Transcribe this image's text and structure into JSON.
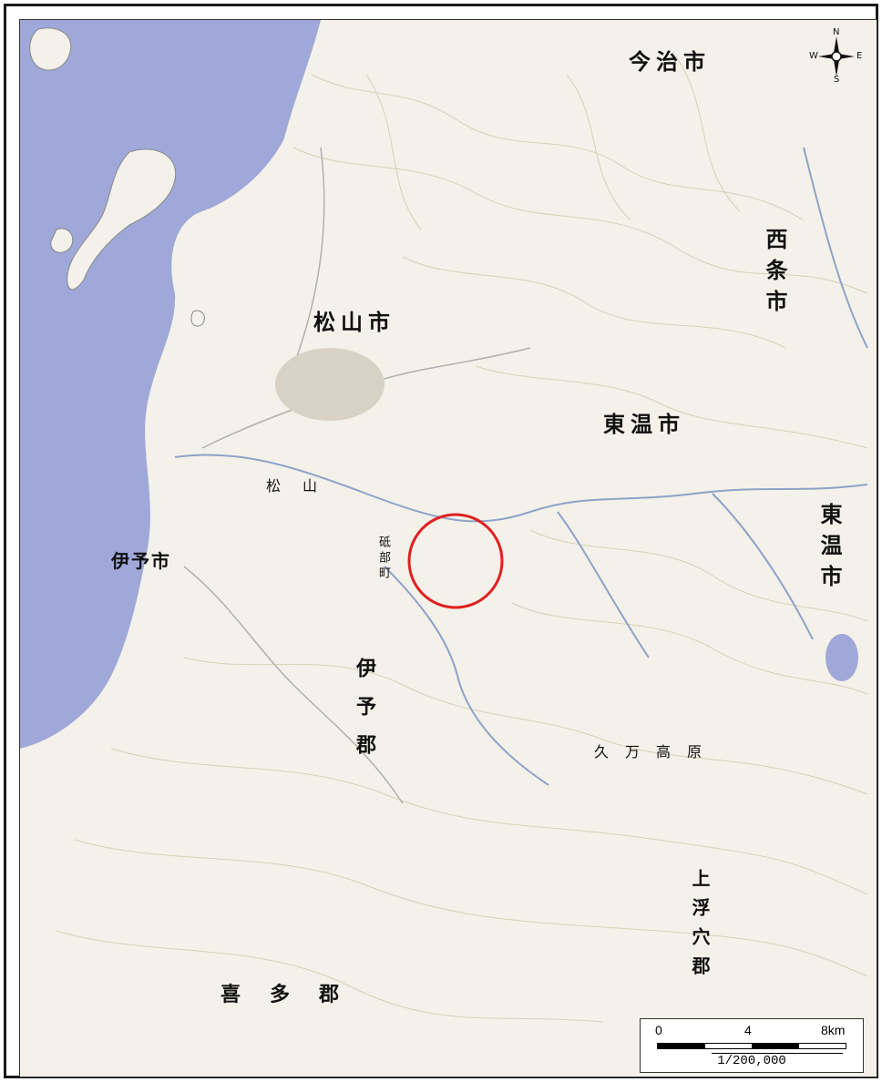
{
  "map": {
    "colors": {
      "sea": "#9fa8d8",
      "land": "#f3f1ea",
      "contour": "#d9cfb8",
      "river": "#8fa2c8",
      "marker": "#e02020"
    },
    "labels": {
      "imabari": "今治市",
      "matsuyama": "松山市",
      "saijo": "西条市",
      "toon_h": "東温市",
      "toon_v": "東温市",
      "iyo_city": "伊予市",
      "iyo_gun": "伊予郡",
      "kumakogen": "久万高原",
      "kamiukena": "上浮穴郡",
      "kita": "喜多郡",
      "matsuyama_small": "松山",
      "tobe": "砥部町"
    }
  },
  "compass": {
    "n": "N",
    "s": "S",
    "e": "E",
    "w": "W"
  },
  "scale": {
    "tick_0": "0",
    "tick_4": "4",
    "tick_8": "8km",
    "ratio": "1/200,000"
  }
}
